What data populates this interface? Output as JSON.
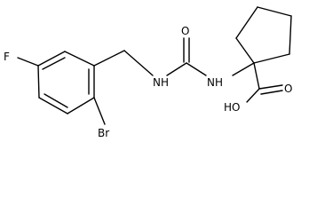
{
  "molecule": {
    "atoms": {
      "fluorine": "F",
      "bromine": "Br",
      "urea_carbonyl_oxygen": "O",
      "urea_nh_left": "NH",
      "urea_nh_right": "NH",
      "carboxylic_acid_oxygen": "O",
      "carboxylic_acid_hydroxyl": "HO"
    }
  }
}
